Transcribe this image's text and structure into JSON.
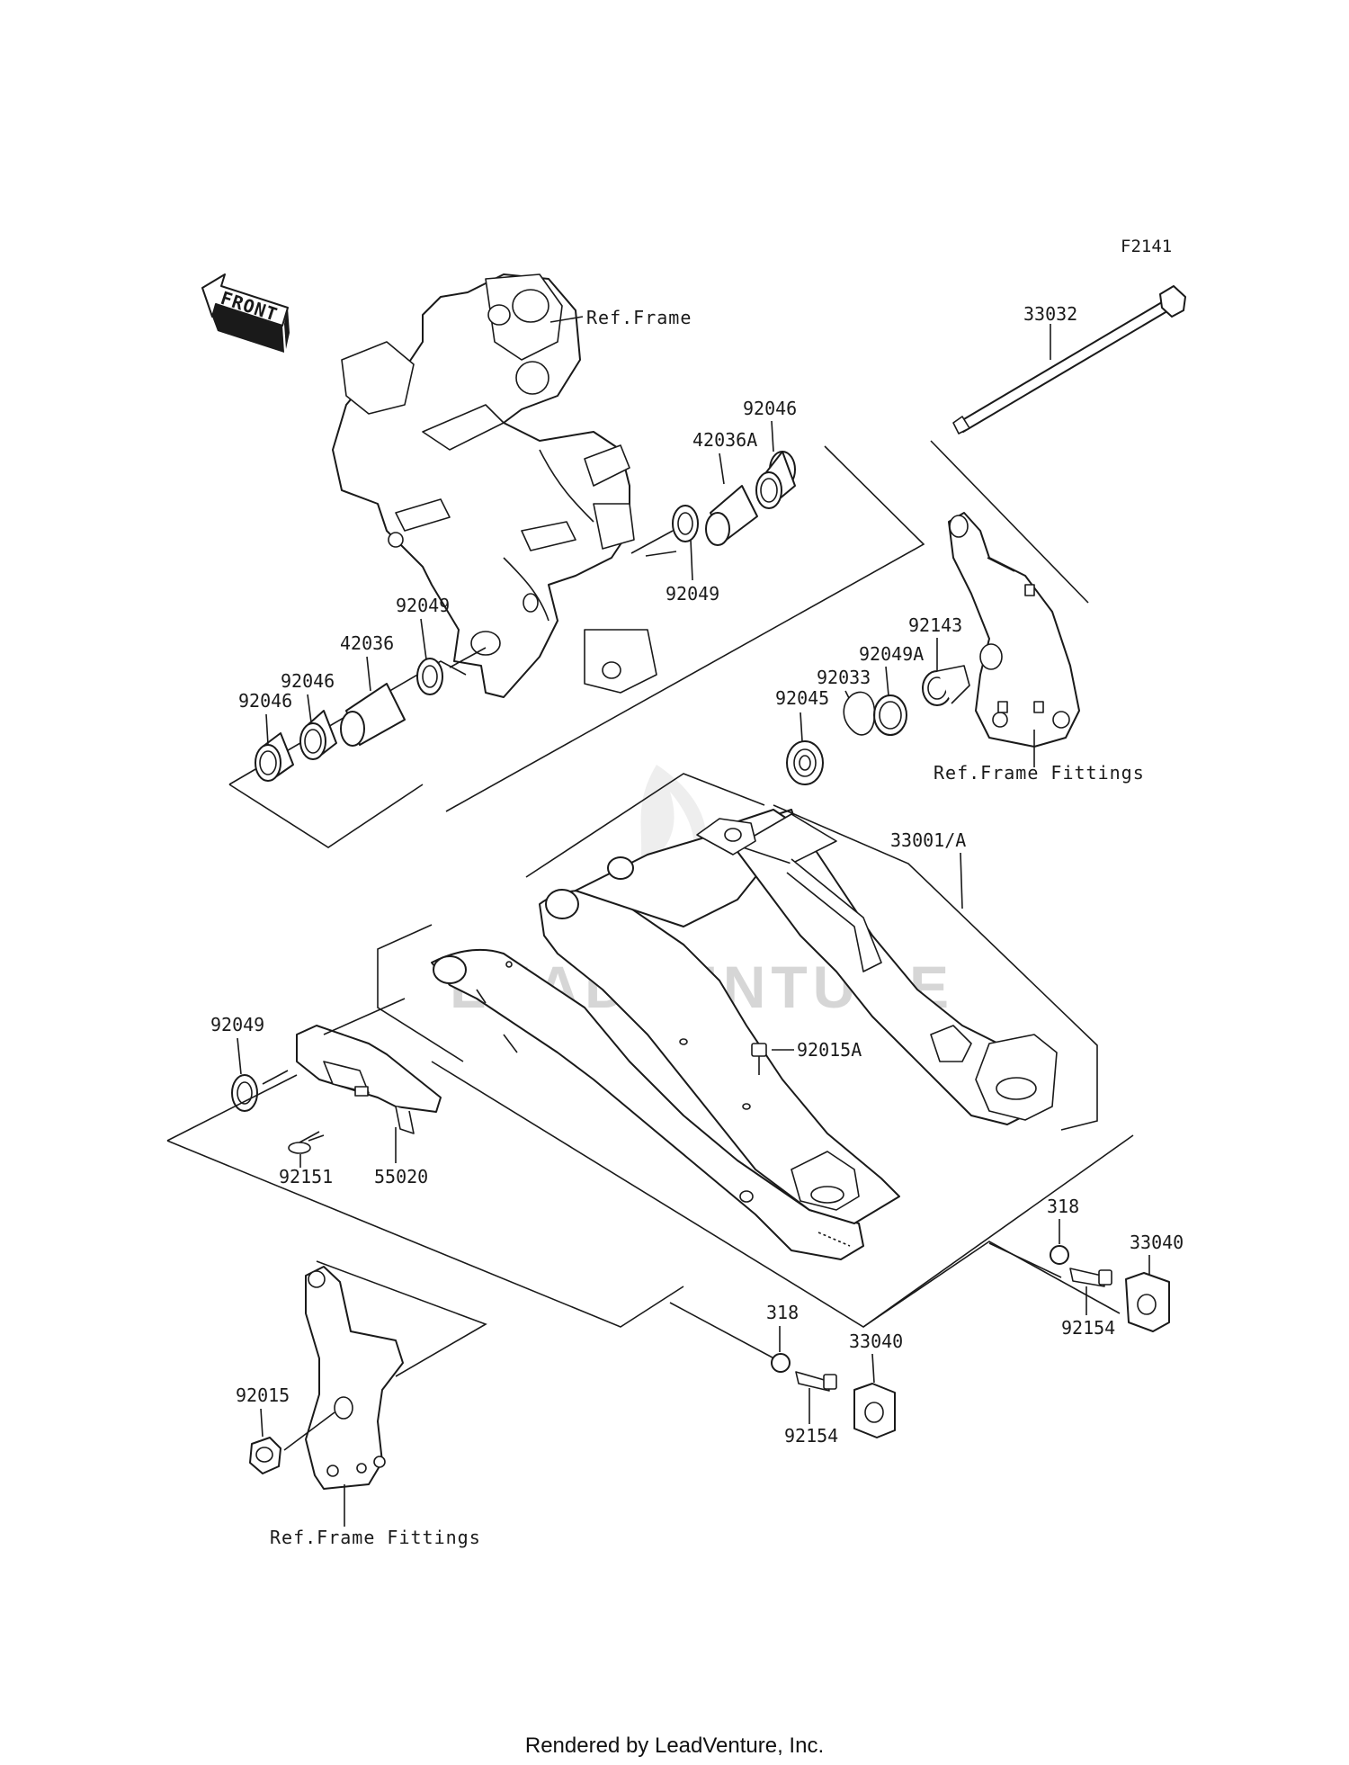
{
  "diagram": {
    "code": "F2141",
    "front_label": "FRONT",
    "ref_frame": "Ref.Frame",
    "ref_frame_fittings_right": "Ref.Frame Fittings",
    "ref_frame_fittings_left": "Ref.Frame Fittings",
    "watermark": "LEADVENTURE",
    "footer": "Rendered by LeadVenture, Inc."
  },
  "callouts": {
    "p33032": "33032",
    "p92046_top": "92046",
    "p42036A": "42036A",
    "p92049_top": "92049",
    "p92049_left": "92049",
    "p42036": "42036",
    "p92046_mid": "92046",
    "p92046_left": "92046",
    "p92143": "92143",
    "p92049A": "92049A",
    "p92033": "92033",
    "p92045": "92045",
    "p33001A": "33001/A",
    "p92049_low": "92049",
    "p92015A": "92015A",
    "p92151": "92151",
    "p55020": "55020",
    "p318_right": "318",
    "p33040_right": "33040",
    "p92154_right": "92154",
    "p318_bottom": "318",
    "p33040_bottom": "33040",
    "p92154_bottom": "92154",
    "p92015": "92015"
  }
}
